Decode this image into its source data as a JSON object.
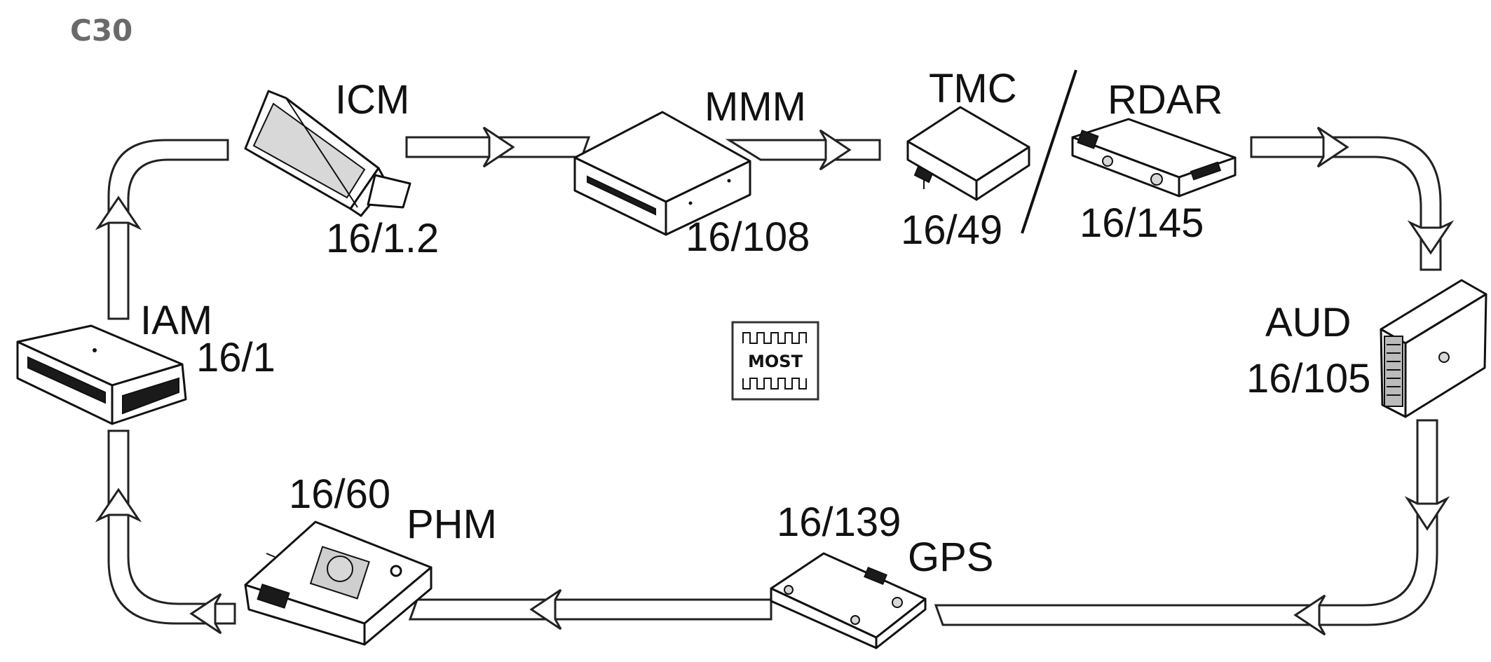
{
  "title": "C30",
  "bus_label": "MOST",
  "modules": {
    "icm": {
      "code": "ICM",
      "number": "16/1.2"
    },
    "mmm": {
      "code": "MMM",
      "number": "16/108"
    },
    "tmc": {
      "code": "TMC",
      "number": "16/49"
    },
    "rdar": {
      "code": "RDAR",
      "number": "16/145"
    },
    "aud": {
      "code": "AUD",
      "number": "16/105"
    },
    "gps": {
      "code": "GPS",
      "number": "16/139"
    },
    "phm": {
      "code": "PHM",
      "number": "16/60"
    },
    "iam": {
      "code": "IAM",
      "number": "16/1"
    }
  }
}
